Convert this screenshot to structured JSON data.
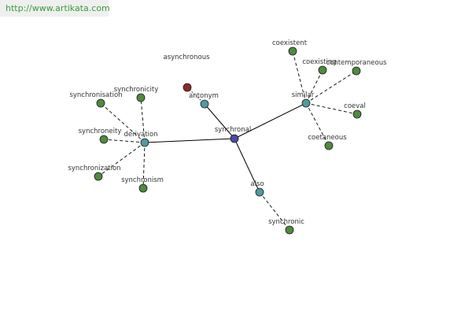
{
  "watermark": "http://www.artikata.com",
  "colors": {
    "center": "#4a4aa8",
    "hub": "#4f9aa0",
    "leaf": "#4f8a3f",
    "antonym_leaf": "#8a2a2a"
  },
  "nodes": {
    "synchronal": "synchronal",
    "antonym": "antonym",
    "asynchronous": "asynchronous",
    "derivation": "derivation",
    "synchronicity": "synchronicity",
    "synchronisation": "synchronisation",
    "synchroneity": "synchroneity",
    "synchronization": "synchronization",
    "synchronism": "synchronism",
    "similar": "similar",
    "coexistent": "coexistent",
    "coexisting": "coexisting",
    "contemporaneous": "contemporaneous",
    "coeval": "coeval",
    "coetaneous": "coetaneous",
    "also": "also",
    "synchronic": "synchronic"
  }
}
